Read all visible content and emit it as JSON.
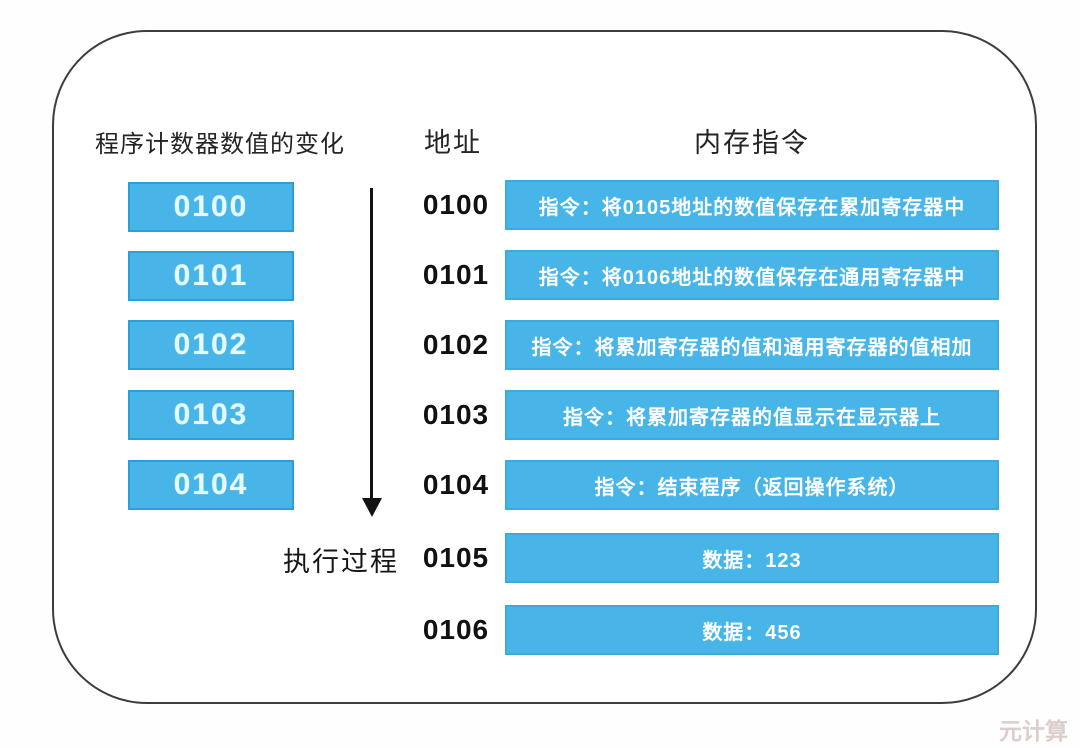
{
  "diagram": {
    "left_column": {
      "header": "程序计数器数值的变化",
      "boxes": [
        "0100",
        "0101",
        "0102",
        "0103",
        "0104"
      ]
    },
    "execution": {
      "arrow_label": "执行过程"
    },
    "memory_table": {
      "address_header": "地址",
      "instruction_header": "内存指令",
      "rows": [
        {
          "address": "0100",
          "content": "指令：将0105地址的数值保存在累加寄存器中"
        },
        {
          "address": "0101",
          "content": "指令：将0106地址的数值保存在通用寄存器中"
        },
        {
          "address": "0102",
          "content": "指令：将累加寄存器的值和通用寄存器的值相加"
        },
        {
          "address": "0103",
          "content": "指令：将累加寄存器的值显示在显示器上"
        },
        {
          "address": "0104",
          "content": "指令：结束程序（返回操作系统）"
        },
        {
          "address": "0105",
          "content": "数据：123"
        },
        {
          "address": "0106",
          "content": "数据：456"
        }
      ]
    },
    "watermark": "元计算"
  },
  "colors": {
    "box_blue": "#47b5e8",
    "box_border": "#2ba0d8",
    "bar_border": "#39abde",
    "watermark": "#dbcecd"
  }
}
